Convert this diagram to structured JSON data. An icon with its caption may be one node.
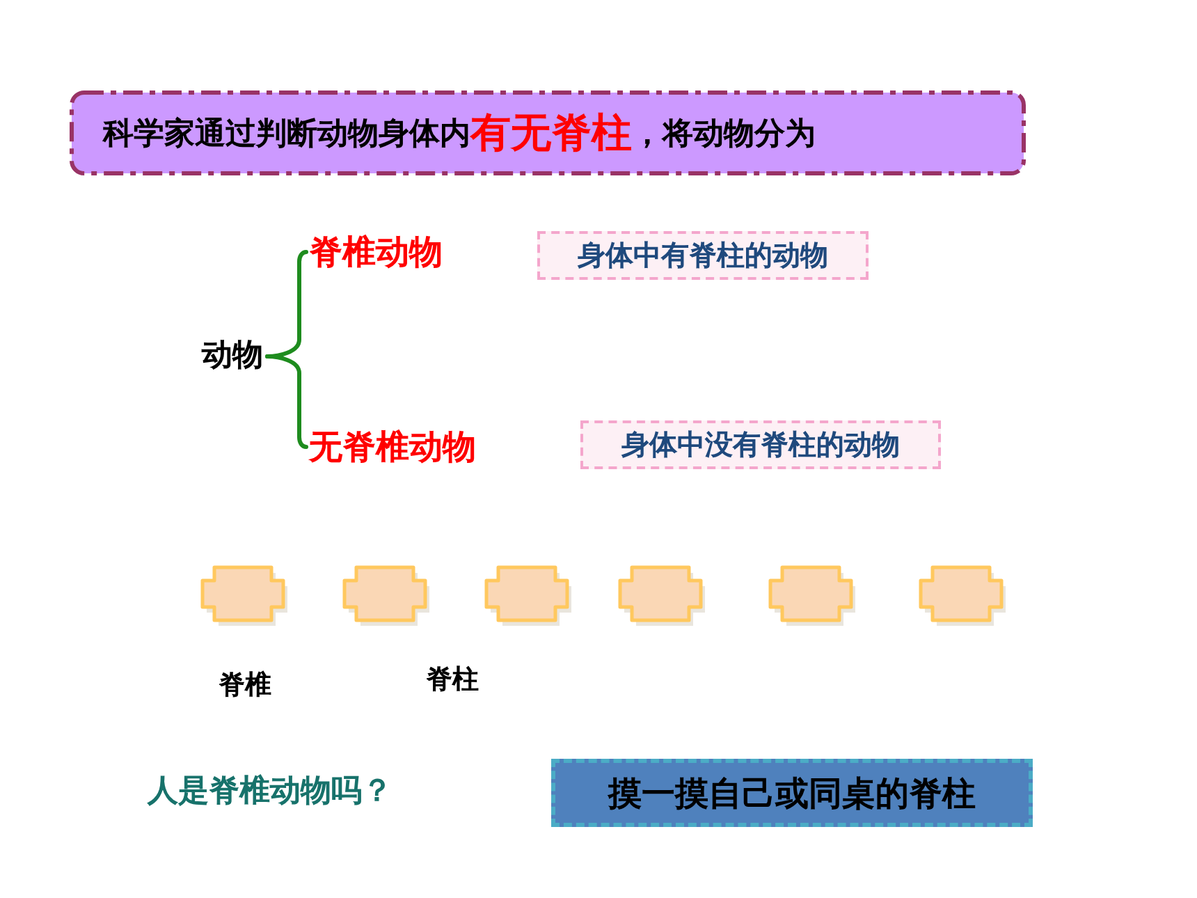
{
  "diagram": {
    "nodes": [
      {
        "text": [
          "科学家通过判断动物身体内**有无脊柱**，将动物分为"
        ]
      },
      {
        "text": [
          "动物"
        ]
      },
      {
        "text": [
          "脊椎动物"
        ]
      },
      {
        "text": [
          "身体中有脊柱的动物"
        ]
      },
      {
        "text": [
          "无脊椎动物"
        ]
      },
      {
        "text": [
          "身体中没有脊柱的动物"
        ]
      },
      {
        "text": [],
        "shape": "box"
      },
      {
        "text": [],
        "shape": "box"
      },
      {
        "text": [],
        "shape": "box"
      },
      {
        "text": [],
        "shape": "box"
      },
      {
        "text": [],
        "shape": "box"
      },
      {
        "text": [],
        "shape": "box"
      },
      {
        "text": [
          "摸一摸自己或同桌的脊柱"
        ]
      }
    ],
    "edges": [
      {
        "from": 1,
        "to": 2,
        "arrow": "none"
      },
      {
        "from": 1,
        "to": 4,
        "arrow": "none"
      }
    ],
    "labels": [
      "脊椎",
      "脊柱",
      "人是脊椎动物吗？"
    ]
  }
}
